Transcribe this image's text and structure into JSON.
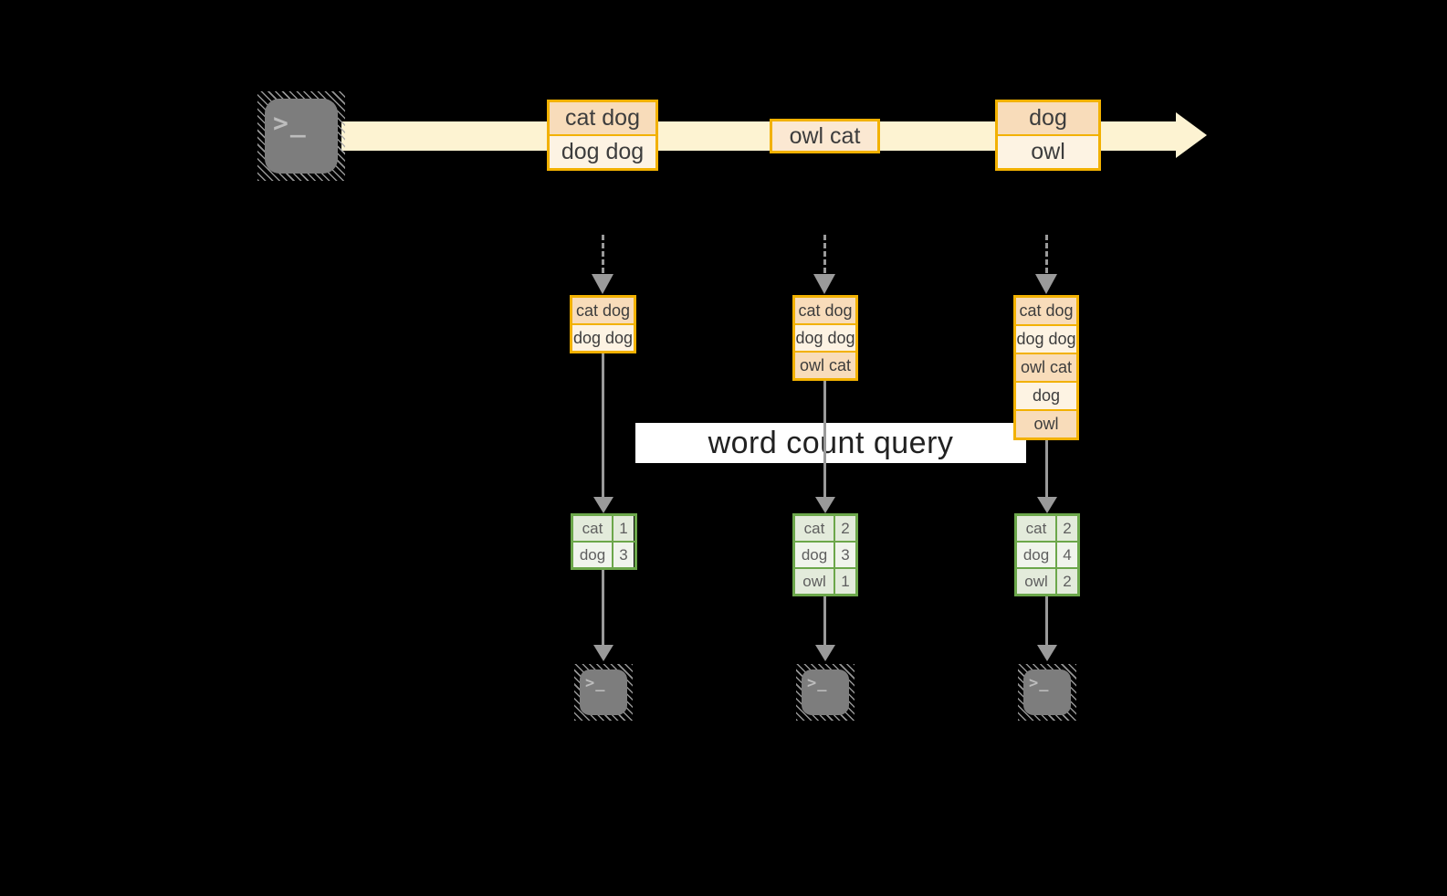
{
  "banner": {
    "label": "word count query"
  },
  "terminal": {
    "glyph": ">_"
  },
  "colors": {
    "band": "#fdf3d2",
    "gold_border": "#f2b100",
    "peach_cell": "#f8dcba",
    "cream_cell": "#fdf3e3",
    "green_border": "#6ca74b",
    "green_cell_dark": "#e3ebdb",
    "green_cell_light": "#f0f4ec",
    "arrow_gray": "#9a9a9a",
    "terminal_gray": "#7d7d7d",
    "banner_bg": "#ffffff",
    "background": "#000000"
  },
  "stream": {
    "events": [
      {
        "lines": [
          "cat dog",
          "dog dog"
        ]
      },
      {
        "lines": [
          "owl cat"
        ]
      },
      {
        "lines": [
          "dog",
          "owl"
        ]
      }
    ]
  },
  "columns": [
    {
      "buffer": [
        "cat dog",
        "dog dog"
      ],
      "counts": [
        {
          "word": "cat",
          "count": "1"
        },
        {
          "word": "dog",
          "count": "3"
        }
      ]
    },
    {
      "buffer": [
        "cat dog",
        "dog dog",
        "owl cat"
      ],
      "counts": [
        {
          "word": "cat",
          "count": "2"
        },
        {
          "word": "dog",
          "count": "3"
        },
        {
          "word": "owl",
          "count": "1"
        }
      ]
    },
    {
      "buffer": [
        "cat dog",
        "dog dog",
        "owl cat",
        "dog",
        "owl"
      ],
      "counts": [
        {
          "word": "cat",
          "count": "2"
        },
        {
          "word": "dog",
          "count": "4"
        },
        {
          "word": "owl",
          "count": "2"
        }
      ]
    }
  ]
}
